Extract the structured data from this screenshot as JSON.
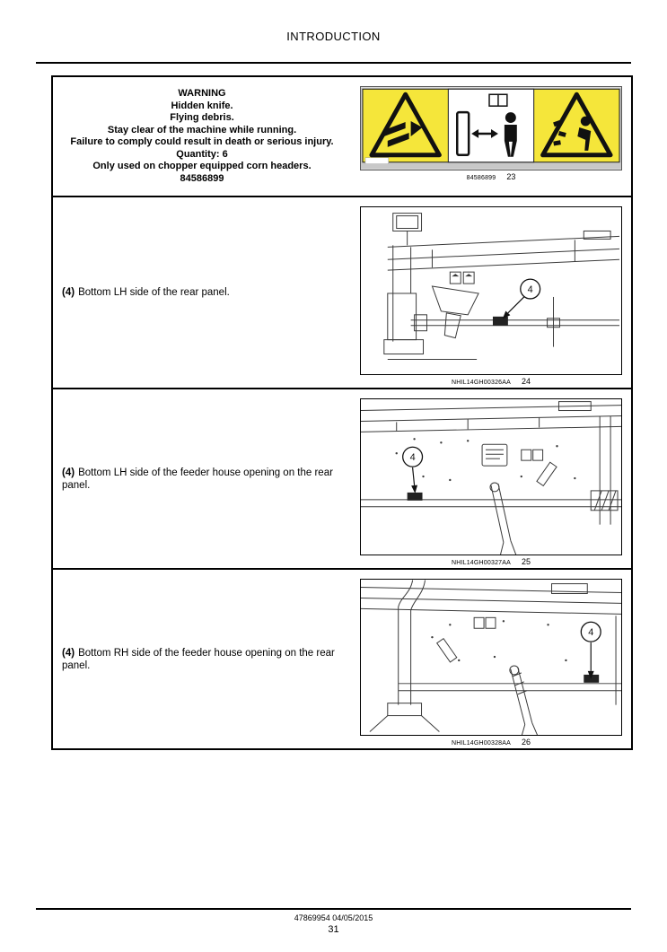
{
  "page": {
    "title": "INTRODUCTION",
    "footer_reference": "47869954 04/05/2015",
    "page_number": "31"
  },
  "colors": {
    "decal_yellow": "#f5e63a",
    "decal_backing_gray": "#c8c8c8",
    "line_art": "#3a3a3a"
  },
  "warning": {
    "title": "WARNING",
    "lines": [
      "Hidden knife.",
      "Flying debris.",
      "Stay clear of the machine while running.",
      "Failure to comply could result in death or serious injury.",
      "Quantity: 6",
      "Only used on chopper equipped corn headers.",
      "84586899"
    ],
    "decal_icons": [
      "hidden-knife-hazard-icon",
      "read-manual-keep-distance-icon",
      "flying-debris-hazard-icon"
    ],
    "caption_code": "84586899",
    "caption_num": "23"
  },
  "figures": [
    {
      "prefix": "(4)",
      "text": "Bottom LH side of the rear panel.",
      "caption_code": "NHIL14GH00326AA",
      "caption_num": "24",
      "callout": "4"
    },
    {
      "prefix": "(4)",
      "text": "Bottom LH side of the feeder house opening on the rear panel.",
      "caption_code": "NHIL14GH00327AA",
      "caption_num": "25",
      "callout": "4"
    },
    {
      "prefix": "(4)",
      "text": "Bottom RH side of the feeder house opening on the rear panel.",
      "caption_code": "NHIL14GH00328AA",
      "caption_num": "26",
      "callout": "4"
    }
  ]
}
